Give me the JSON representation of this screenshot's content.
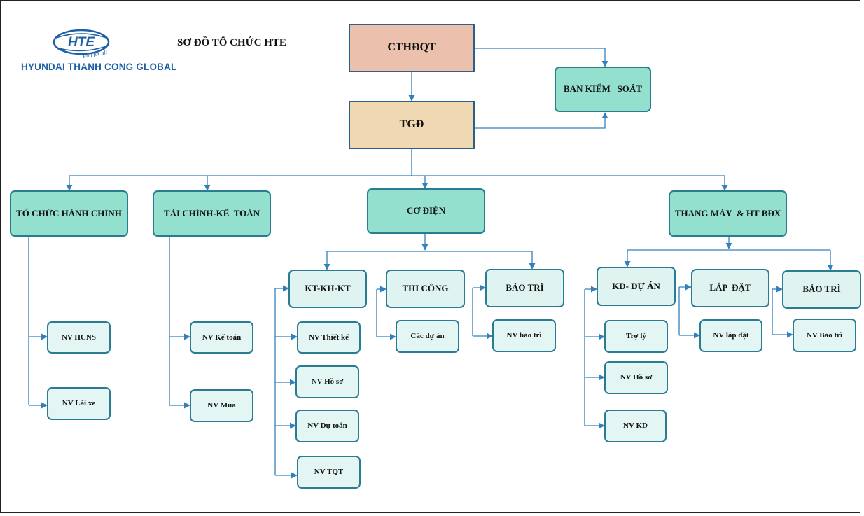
{
  "logo": {
    "mark": "HTE",
    "tagline": "Full for all",
    "company": "HYUNDAI THANH CONG GLOBAL"
  },
  "title": "SƠ ĐỒ TỔ CHỨC HTE",
  "colors": {
    "board": "#ebc1ad",
    "ceo": "#f0d8b3",
    "dept": "#94e0cf",
    "sub": "#dff3f0",
    "line": "#3580b8",
    "logo": "#1e5fa6"
  },
  "nodes": {
    "board": "CTHĐQT",
    "ceo": "TGĐ",
    "control": "BAN KIỂM   SOÁT",
    "admin": {
      "label": "TỔ CHỨC HÀNH CHÍNH",
      "staff": [
        "NV HCNS",
        "NV Lái xe"
      ]
    },
    "finance": {
      "label": "TÀI CHÍNH-KẾ  TOÁN",
      "staff": [
        "NV Kế toán",
        "NV Mua"
      ]
    },
    "mep": {
      "label": "CƠ ĐIỆN",
      "kt": {
        "label": "KT-KH-KT",
        "staff": [
          "NV Thiết kế",
          "NV Hồ sơ",
          "NV Dự toán",
          "NV TQT"
        ]
      },
      "tc": {
        "label": "THI CÔNG",
        "staff": [
          "Các dự án"
        ]
      },
      "bt": {
        "label": "BẢO TRÌ",
        "staff": [
          "NV bảo trì"
        ]
      }
    },
    "elevator": {
      "label": "THANG MÁY  & HT BĐX",
      "kd": {
        "label": "KD- DỰ ÁN",
        "staff": [
          "Trợ lý",
          "NV Hồ sơ",
          "NV KD"
        ]
      },
      "ld": {
        "label": "LẮP  ĐẶT",
        "staff": [
          "NV lắp đặt"
        ]
      },
      "bt": {
        "label": "BẢO TRÌ",
        "staff": [
          "NV Bảo trì"
        ]
      }
    }
  }
}
